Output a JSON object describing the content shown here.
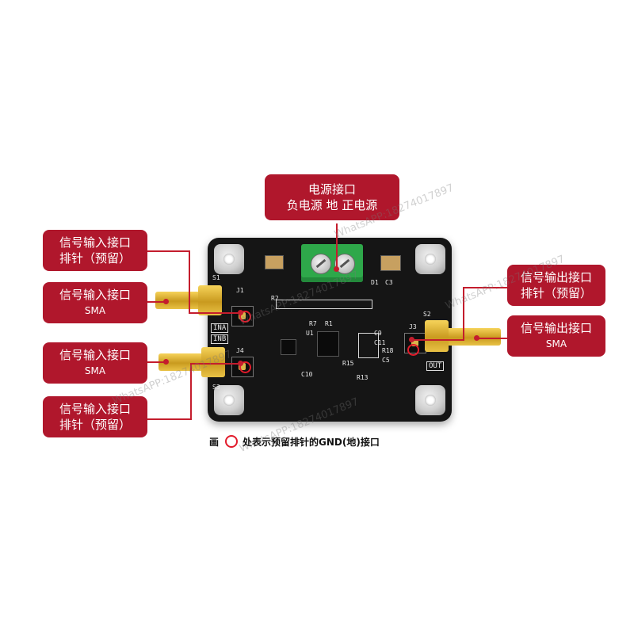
{
  "labels": {
    "power": {
      "line1": "电源接口",
      "line2": "负电源  地  正电源"
    },
    "input_header_top": {
      "line1": "信号输入接口",
      "line2": "排针（预留）"
    },
    "input_sma_top": {
      "line1": "信号输入接口",
      "line2": "SMA"
    },
    "input_sma_bottom": {
      "line1": "信号输入接口",
      "line2": "SMA"
    },
    "input_header_bottom": {
      "line1": "信号输入接口",
      "line2": "排针（预留）"
    },
    "output_header": {
      "line1": "信号输出接口",
      "line2": "排针（预留）"
    },
    "output_sma": {
      "line1": "信号输出接口",
      "line2": "SMA"
    }
  },
  "caption": {
    "prefix": "画",
    "text": "处表示预留排针的GND(地)接口"
  },
  "silkscreen": {
    "s1": "S1",
    "s2": "S2",
    "s3": "S3",
    "j1": "J1",
    "j3": "J3",
    "j4": "J4",
    "ina": "INA",
    "inb": "INB",
    "out": "OUT",
    "r1": "R1",
    "r2": "R2",
    "r7": "R7",
    "r13": "R13",
    "r15": "R15",
    "r18": "R18",
    "c3": "C3",
    "c5": "C5",
    "c9": "C9",
    "c10": "C10",
    "c11": "C11",
    "d1": "D1",
    "u1": "U1"
  },
  "watermark": "WhatsAPP:18274017897",
  "colors": {
    "label_bg": "#b0172c",
    "leader": "#c41d2d",
    "gnd_ring": "#e21b2b",
    "terminal": "#2ea84a",
    "board": "#151515"
  }
}
